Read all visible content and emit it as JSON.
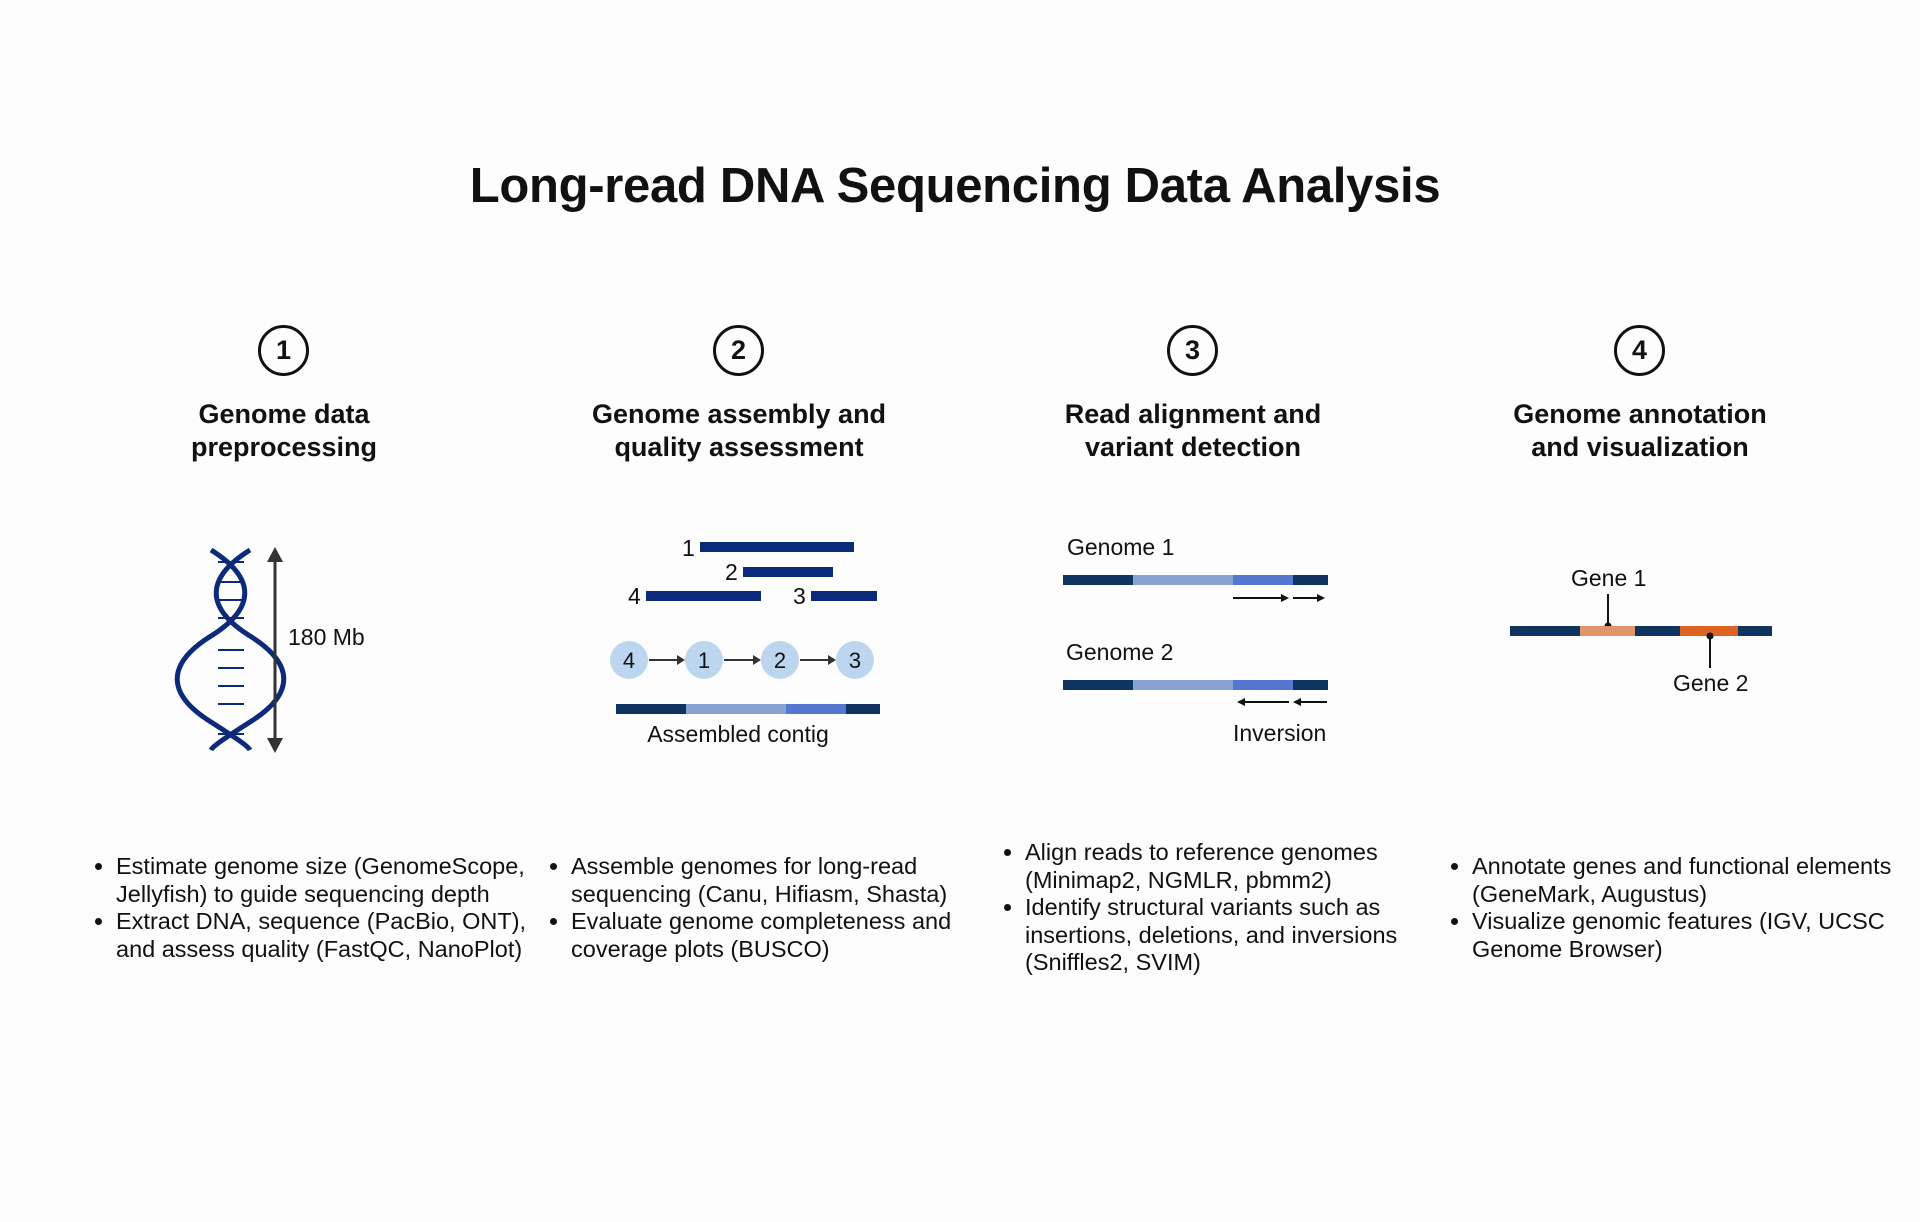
{
  "title": "Long-read DNA Sequencing Data Analysis",
  "colors": {
    "navy": "#0b2a7a",
    "dark_segment": "#0f3460",
    "light_segment": "#8aa2d3",
    "mid_segment": "#5577d0",
    "node_fill": "#bcd6f0",
    "gene1": "#e3956a",
    "gene2": "#dd6322"
  },
  "steps": [
    {
      "number": "1",
      "title_line1": "Genome data",
      "title_line2": "preprocessing",
      "illustration": {
        "dna_icon": "dna-double-helix-icon",
        "size_label": "180 Mb"
      },
      "bullets": [
        "Estimate genome size (GenomeScope, Jellyfish) to guide sequencing depth",
        "Extract DNA, sequence (PacBio, ONT), and assess quality (FastQC, NanoPlot)"
      ]
    },
    {
      "number": "2",
      "title_line1": "Genome assembly and",
      "title_line2": "quality assessment",
      "illustration": {
        "read_labels": [
          "1",
          "2",
          "4",
          "3"
        ],
        "node_labels": [
          "4",
          "1",
          "2",
          "3"
        ],
        "contig_label": "Assembled contig"
      },
      "bullets": [
        "Assemble genomes for long-read sequencing (Canu, Hifiasm, Shasta)",
        "Evaluate genome completeness and coverage plots (BUSCO)"
      ]
    },
    {
      "number": "3",
      "title_line1": "Read alignment and",
      "title_line2": "variant detection",
      "illustration": {
        "genome1_label": "Genome 1",
        "genome2_label": "Genome 2",
        "inversion_label": "Inversion"
      },
      "bullets": [
        "Align reads to reference genomes (Minimap2, NGMLR, pbmm2)",
        "Identify structural variants such as insertions, deletions, and inversions (Sniffles2, SVIM)"
      ]
    },
    {
      "number": "4",
      "title_line1": "Genome annotation",
      "title_line2": "and visualization",
      "illustration": {
        "gene1_label": "Gene 1",
        "gene2_label": "Gene 2"
      },
      "bullets": [
        "Annotate genes and functional elements (GeneMark, Augustus)",
        "Visualize genomic features (IGV, UCSC Genome Browser)"
      ]
    }
  ]
}
